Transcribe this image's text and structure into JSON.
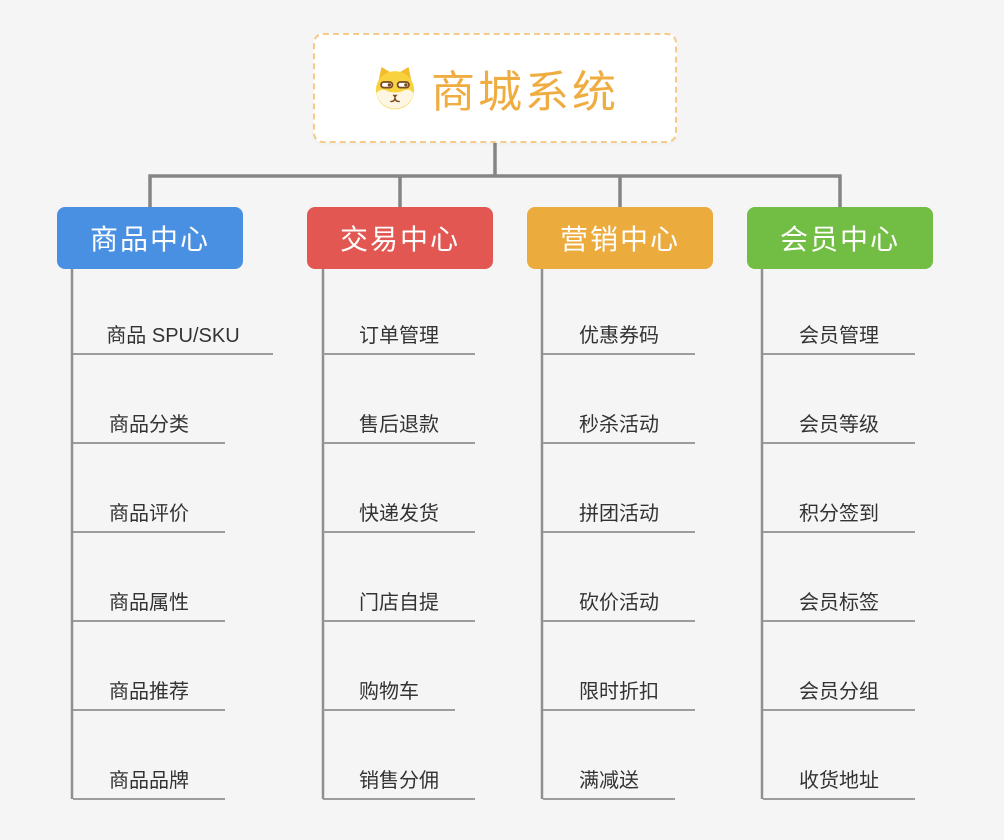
{
  "root": {
    "title": "商城系统",
    "icon": "dog-face"
  },
  "branches": [
    {
      "id": "product-center",
      "label": "商品中心",
      "color": "#4A90E2",
      "children": [
        "商品 SPU/SKU",
        "商品分类",
        "商品评价",
        "商品属性",
        "商品推荐",
        "商品品牌"
      ]
    },
    {
      "id": "trade-center",
      "label": "交易中心",
      "color": "#E25752",
      "children": [
        "订单管理",
        "售后退款",
        "快递发货",
        "门店自提",
        "购物车",
        "销售分佣"
      ]
    },
    {
      "id": "marketing-center",
      "label": "营销中心",
      "color": "#ECAB3D",
      "children": [
        "优惠券码",
        "秒杀活动",
        "拼团活动",
        "砍价活动",
        "限时折扣",
        "满减送"
      ]
    },
    {
      "id": "member-center",
      "label": "会员中心",
      "color": "#72BD43",
      "children": [
        "会员管理",
        "会员等级",
        "积分签到",
        "会员标签",
        "会员分组",
        "收货地址"
      ]
    }
  ],
  "colors": {
    "background": "#F5F5F6",
    "connector": "#858585",
    "branch_trunk": "#8F8F8F",
    "leaf_underline": "#9C9C9C",
    "leaf_text": "#333333",
    "root_border": "#F6CB87",
    "root_text": "#EFAC41"
  }
}
